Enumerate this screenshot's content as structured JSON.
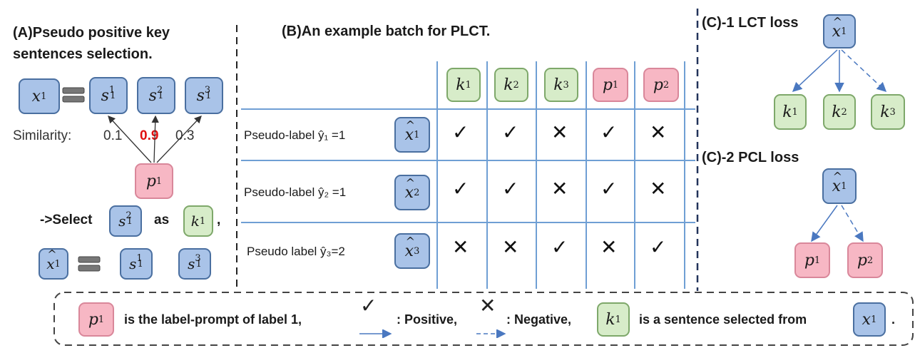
{
  "panel_a": {
    "title_line1": "(A)Pseudo positive key",
    "title_line2": "sentences  selection.",
    "similarity_label": "Similarity:",
    "sim_values": [
      "0.1",
      "0.9",
      "0.3"
    ],
    "select_prefix": "->Select",
    "select_as": "as",
    "select_suffix": ","
  },
  "panel_b": {
    "title": "(B)An example batch for PLCT.",
    "columns": [
      "k1",
      "k2",
      "k3",
      "p1",
      "p2"
    ],
    "rows": [
      {
        "label": "Pseudo-label ŷ₁ =1",
        "node": "x̂₁",
        "marks": [
          "check",
          "check",
          "cross",
          "check",
          "cross"
        ]
      },
      {
        "label": "Pseudo-label ŷ₂ =1",
        "node": "x̂₂",
        "marks": [
          "check",
          "check",
          "cross",
          "check",
          "cross"
        ]
      },
      {
        "label": "Pseudo label ŷ₃=2",
        "node": "x̂₃",
        "marks": [
          "cross",
          "cross",
          "check",
          "cross",
          "check"
        ]
      }
    ]
  },
  "panel_c1": {
    "title": "(C)-1 LCT loss"
  },
  "panel_c2": {
    "title": "(C)-2 PCL loss"
  },
  "legend": {
    "text1": "is the label-prompt  of label 1,",
    "text2": ": Positive,",
    "text3": ": Negative,",
    "text4": "is a sentence selected from",
    "text5": "."
  },
  "colors": {
    "blue_node": "#a9c3e8",
    "green_node": "#d7ecc9",
    "pink_node": "#f7b7c4",
    "grid_line": "#6f9fd4",
    "arrow": "#4a78c0",
    "highlight": "#e01010"
  },
  "icons": {
    "check": "check-mark-icon",
    "cross": "cross-mark-icon",
    "equivalence": "equivalence-icon"
  }
}
